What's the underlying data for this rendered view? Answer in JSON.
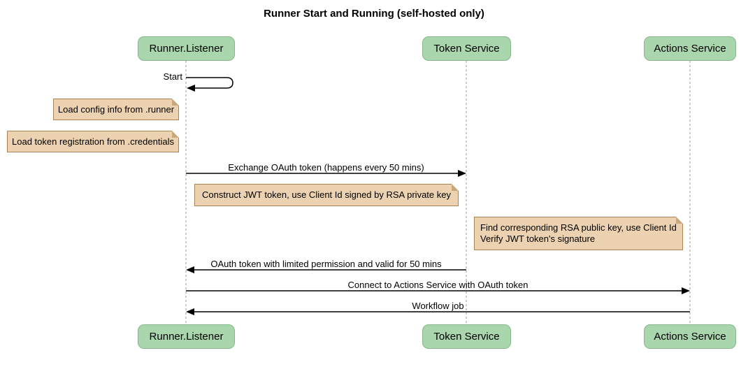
{
  "diagram": {
    "type": "sequence-diagram",
    "title": "Runner Start and Running (self-hosted only)"
  },
  "participants": [
    {
      "name": "Runner.Listener"
    },
    {
      "name": "Token Service"
    },
    {
      "name": "Actions Service"
    }
  ],
  "messages": [
    {
      "from": "Runner.Listener",
      "to": "Runner.Listener",
      "kind": "self",
      "label": "Start"
    },
    {
      "from": "Runner.Listener",
      "to": "Token Service",
      "kind": "solid-arrow",
      "label": "Exchange OAuth token (happens every 50 mins)"
    },
    {
      "from": "Token Service",
      "to": "Runner.Listener",
      "kind": "solid-arrow",
      "label": "OAuth token with limited permission and valid for 50 mins"
    },
    {
      "from": "Runner.Listener",
      "to": "Actions Service",
      "kind": "solid-arrow",
      "label": "Connect to Actions Service with OAuth token"
    },
    {
      "from": "Actions Service",
      "to": "Runner.Listener",
      "kind": "solid-arrow",
      "label": "Workflow job"
    }
  ],
  "notes": [
    {
      "position": "left of Runner.Listener",
      "text": "Load config info from .runner"
    },
    {
      "position": "left of Runner.Listener",
      "text": "Load token registration from .credentials"
    },
    {
      "position": "right of Runner.Listener",
      "text": "Construct JWT token, use Client Id signed by RSA private key"
    },
    {
      "position": "left of Actions Service",
      "text": "Find corresponding RSA public key, use Client Id\nVerify JWT token's signature"
    }
  ],
  "colors": {
    "background": "#ffffff",
    "actor_fill": "#a9d6ac",
    "actor_border": "#86b78a",
    "note_fill": "#ecd2b0",
    "note_border": "#aa8452",
    "lifeline": "#999999",
    "message_line": "#000000",
    "text": "#000000"
  }
}
